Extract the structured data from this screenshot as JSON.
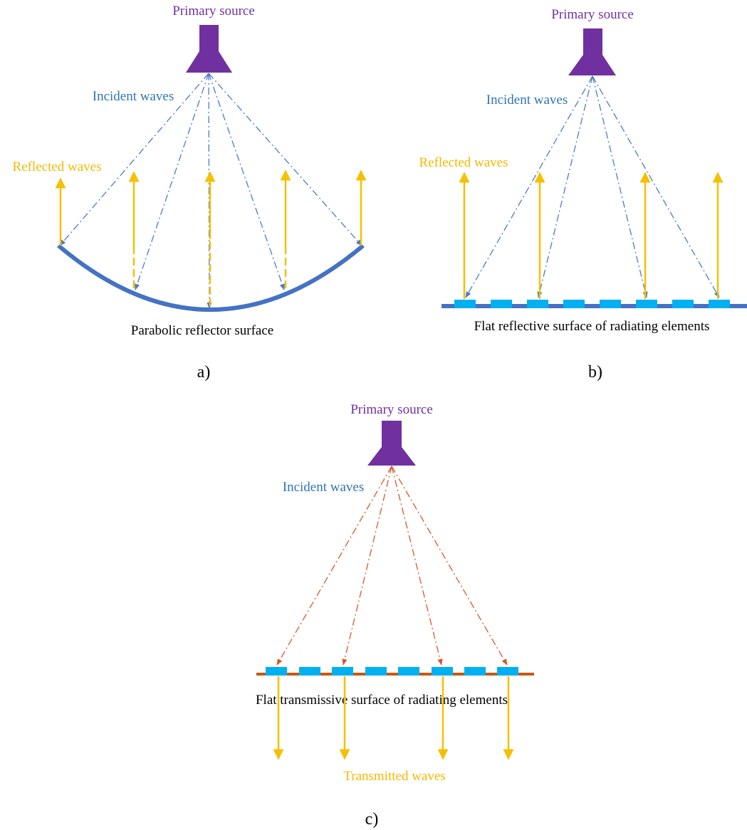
{
  "colors": {
    "source": "#7030a0",
    "incident_a_b": "#4a7cc9",
    "incident_c": "#d9572a",
    "reflected": "#f5c000",
    "transmitted": "#f5c000",
    "reflector": "#4472c4",
    "element": "#00b0f0",
    "transmissive_line": "#c55a11",
    "label_incident": "#2e75b6",
    "label_reflected": "#f5b800"
  },
  "panel_a": {
    "source_label": "Primary source",
    "incident_label": "Incident waves",
    "reflected_label": "Reflected waves",
    "surface_label": "Parabolic reflector surface",
    "caption": "a)"
  },
  "panel_b": {
    "source_label": "Primary source",
    "incident_label": "Incident waves",
    "reflected_label": "Reflected waves",
    "surface_label": "Flat reflective  surface of radiating  elements",
    "caption": "b)"
  },
  "panel_c": {
    "source_label": "Primary source",
    "incident_label": "Incident waves",
    "transmitted_label": "Transmitted waves",
    "surface_label": "Flat transmissive  surface of radiating  elements",
    "caption": "c)"
  }
}
